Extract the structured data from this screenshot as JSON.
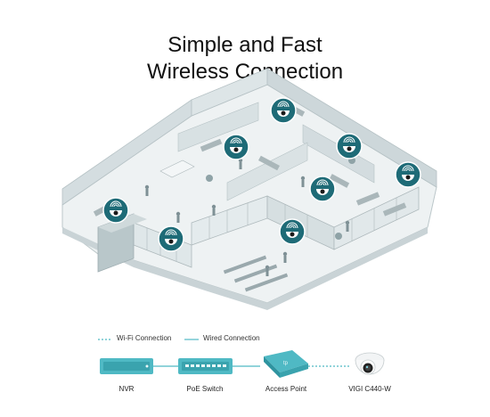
{
  "heading": {
    "line1": "Simple and Fast",
    "line2": "Wireless Connection"
  },
  "legend": {
    "wifi": "Wi-Fi Connection",
    "wired": "Wired Connection"
  },
  "devices": [
    {
      "label": "NVR",
      "icon": "nvr-icon"
    },
    {
      "label": "PoE Switch",
      "icon": "poe-switch-icon"
    },
    {
      "label": "Access Point",
      "icon": "access-point-icon"
    },
    {
      "label": "VIGI C440-W",
      "icon": "turret-camera-icon"
    }
  ],
  "ap_brand": "tp",
  "colors": {
    "accent": "#4fb9c4",
    "badge": "#1e6b77",
    "wall": "#cfd8da",
    "floor": "#e9eeef"
  }
}
